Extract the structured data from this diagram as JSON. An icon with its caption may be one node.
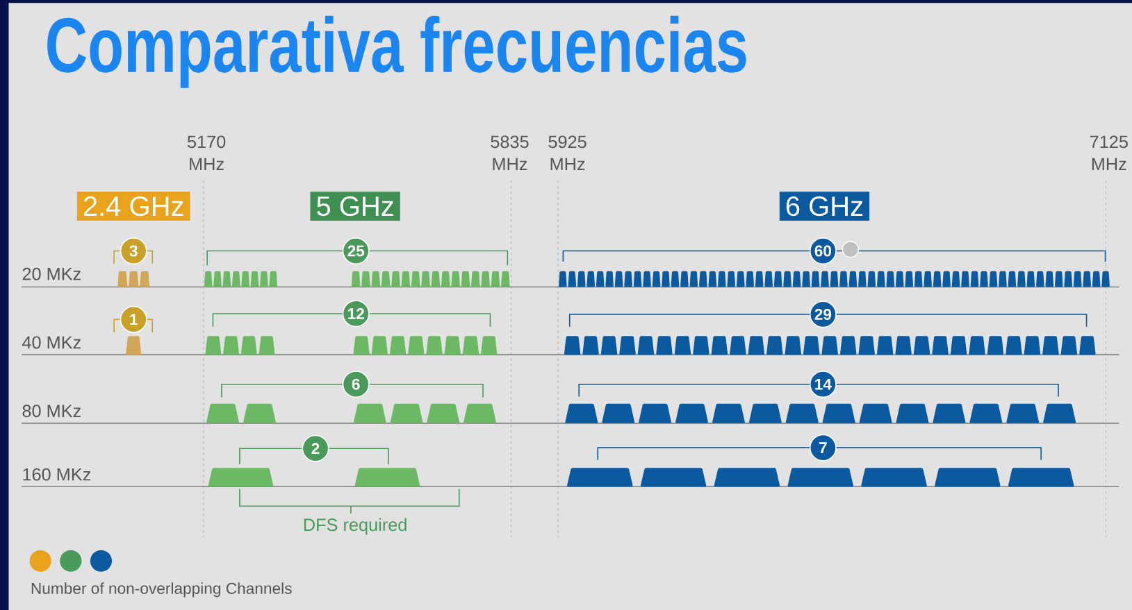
{
  "diagram": {
    "title": "Comparativa frecuencias",
    "nodes": [
      {
        "text": [
          "2.4 GHz"
        ]
      },
      {
        "text": [
          "5 GHz"
        ]
      },
      {
        "text": [
          "6 GHz"
        ]
      },
      {
        "text": [
          "3"
        ]
      },
      {
        "text": [
          "25"
        ]
      },
      {
        "text": [
          "60"
        ]
      },
      {
        "text": [
          "1"
        ]
      },
      {
        "text": [
          "12"
        ]
      },
      {
        "text": [
          "29"
        ]
      },
      {
        "text": [
          "6"
        ]
      },
      {
        "text": [
          "14"
        ]
      },
      {
        "text": [
          "2"
        ]
      },
      {
        "text": [
          "7"
        ]
      }
    ],
    "labels": [
      "5170 MHz",
      "5835 MHz",
      "5925 MHz",
      "7125 MHz",
      "20 MKz",
      "40 MKz",
      "80 MKz",
      "160 MKz",
      "DFS required",
      "Number of non-overlapping Channels"
    ]
  }
}
